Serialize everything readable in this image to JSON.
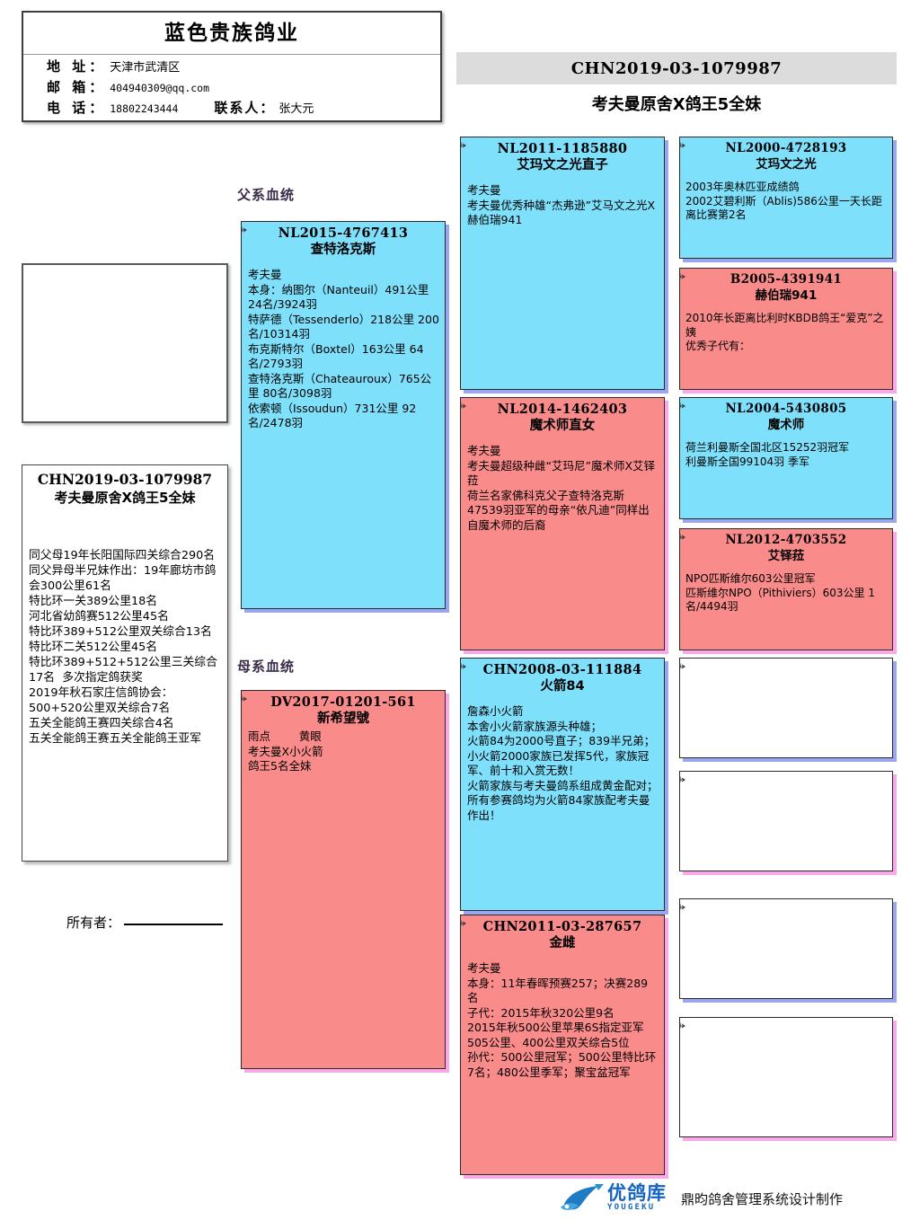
{
  "loft": {
    "name": "蓝色贵族鸽业",
    "rows": [
      {
        "label": "地  址：",
        "value": "天津市武清区",
        "mono": false
      },
      {
        "label": "邮  箱：",
        "value": "404940309@qq.com",
        "mono": true
      },
      {
        "label": "电  话：",
        "value": "18802243444",
        "mono": true
      }
    ],
    "contact_label": "联系人：",
    "contact_value": "张大元"
  },
  "header": {
    "ring": "CHN2019-03-1079987",
    "pigeon_name": "考夫曼原舍X鸽王5全妹"
  },
  "labels": {
    "sire_line": "父系血统",
    "dam_line": "母系血统",
    "owner": "所有者：",
    "photo_placeholder": ""
  },
  "subject": {
    "ring": "CHN2019-03-1079987",
    "name": "考夫曼原舍X鸽王5全妹",
    "body": "同父母19年长阳国际四关综合290名\n同父异母半兄妹作出：19年廊坊市鸽会300公里61名\n特比环一关389公里18名\n河北省幼鸽赛512公里45名\n特比环389+512公里双关综合13名\n特比环二关512公里45名\n特比环389+512+512公里三关综合17名  多次指定鸽获奖\n2019年秋石家庄信鸽协会：\n500+520公里双关综合7名\n五关全能鸽王赛四关综合4名\n五关全能鸽王赛五关全能鸽王亚军"
  },
  "sire": {
    "ring": "NL2015-4767413",
    "name": "查特洛克斯",
    "body": "考夫曼\n本身：纳图尔（Nanteuil）491公里 24名/3924羽\n特萨德（Tessenderlo）218公里 200名/10314羽\n布克斯特尔（Boxtel）163公里 64名/2793羽\n查特洛克斯（Chateauroux）765公里 80名/3098羽\n依索顿（Issoudun）731公里 92名/2478羽",
    "color": "blue"
  },
  "dam": {
    "ring": "DV2017-01201-561",
    "name": "新希望號",
    "body": "雨点        黄眼\n考夫曼X小火箭\n鸽王5名全妹",
    "color": "pink"
  },
  "grandparents": [
    {
      "ring": "NL2011-1185880",
      "name": "艾玛文之光直子",
      "body": "考夫曼\n考夫曼优秀种雄“杰弗逊”艾马文之光X赫伯瑞941",
      "color": "blue"
    },
    {
      "ring": "NL2014-1462403",
      "name": "魔术师直女",
      "body": "考夫曼\n考夫曼超级种雌“艾玛尼”魔术师X艾铎菈\n荷兰名家佛科克父子查特洛克斯47539羽亚军的母亲“依凡迪”同样出自魔术师的后裔",
      "color": "pink"
    },
    {
      "ring": "CHN2008-03-111884",
      "name": "火箭84",
      "body": "詹森小火箭\n本舍小火箭家族源头种雄；\n火箭84为2000号直子；839半兄弟；\n小火箭2000家族已发挥5代，家族冠军、前十和入赏无数！\n火箭家族与考夫曼鸽系组成黄金配对；\n所有参赛鸽均为火箭84家族配考夫曼作出！",
      "color": "blue"
    },
    {
      "ring": "CHN2011-03-287657",
      "name": "金雌",
      "body": "考夫曼\n本身：11年春晖预赛257；决赛289名\n子代：2015年秋320公里9名\n2015年秋500公里苹果6S指定亚军\n505公里、400公里双关综合5位\n孙代：500公里冠军；500公里特比环7名；480公里季军；聚宝盆冠军",
      "color": "pink"
    }
  ],
  "great_grandparents": [
    {
      "ring": "NL2000-4728193",
      "name": "艾玛文之光",
      "body": "2003年奥林匹亚成绩鸽\n2002艾碧利斯（Ablis)586公里一天长距离比赛第2名",
      "color": "blue"
    },
    {
      "ring": "B2005-4391941",
      "name": "赫伯瑞941",
      "body": "2010年长距离比利时KBDB鸽王“爱克”之姨\n优秀子代有：",
      "color": "pink"
    },
    {
      "ring": "NL2004-5430805",
      "name": "魔术师",
      "body": "荷兰利曼斯全国北区15252羽冠军\n利曼斯全国99104羽 季军",
      "color": "blue"
    },
    {
      "ring": "NL2012-4703552",
      "name": "艾铎菈",
      "body": "NPO匹斯维尔603公里冠军\n匹斯维尔NPO（Pithiviers）603公里 1名/4494羽",
      "color": "pink"
    },
    {
      "ring": "",
      "name": "",
      "body": "",
      "color": "white-blue"
    },
    {
      "ring": "",
      "name": "",
      "body": "",
      "color": "white-pink"
    },
    {
      "ring": "",
      "name": "",
      "body": "",
      "color": "white-blue"
    },
    {
      "ring": "",
      "name": "",
      "body": "",
      "color": "white-pink"
    }
  ],
  "footer": {
    "brand_cn": "优鸽库",
    "brand_en": "YOUGEKU",
    "note": "鼎昀鸽舍管理系统设计制作"
  },
  "colors": {
    "blue_card": "#7fe0fb",
    "pink_card": "#fa8b8b",
    "blue_shadow": "#9aa6ee",
    "pink_shadow": "#f9a8e8",
    "banner_bg": "#dcdcdc",
    "brand_blue": "#1565c0"
  }
}
